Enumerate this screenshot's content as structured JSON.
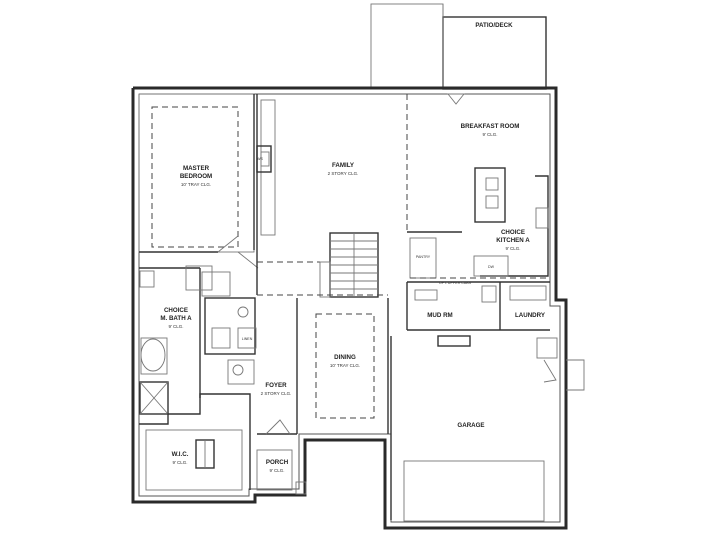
{
  "rooms": {
    "patio": {
      "name": "PATIO/DECK"
    },
    "breakfast": {
      "name": "BREAKFAST ROOM",
      "ceiling": "9' CLG."
    },
    "master": {
      "name_line1": "MASTER",
      "name_line2": "BEDROOM",
      "ceiling": "10' TRAY CLG."
    },
    "family": {
      "name": "FAMILY",
      "ceiling": "2 STORY CLG."
    },
    "kitchen": {
      "name_line1": "CHOICE",
      "name_line2": "KITCHEN A",
      "ceiling": "9' CLG."
    },
    "bath": {
      "name_line1": "CHOICE",
      "name_line2": "M. BATH A",
      "ceiling": "9' CLG."
    },
    "mudrm": {
      "name": "MUD RM"
    },
    "laundry": {
      "name": "LAUNDRY"
    },
    "dining": {
      "name": "DINING",
      "ceiling": "10' TRAY CLG."
    },
    "foyer": {
      "name": "FOYER",
      "ceiling": "2 STORY CLG."
    },
    "garage": {
      "name": "GARAGE"
    },
    "wic": {
      "name": "W.I.C.",
      "ceiling": "9' CLG."
    },
    "porch": {
      "name": "PORCH",
      "ceiling": "9' CLG."
    }
  },
  "small_labels": {
    "ws": "WS",
    "pantry": "PANTRY",
    "opt_upper": "OPT. UPPER CABS",
    "kitchen_unit": "DW",
    "closet": "LINEN"
  }
}
